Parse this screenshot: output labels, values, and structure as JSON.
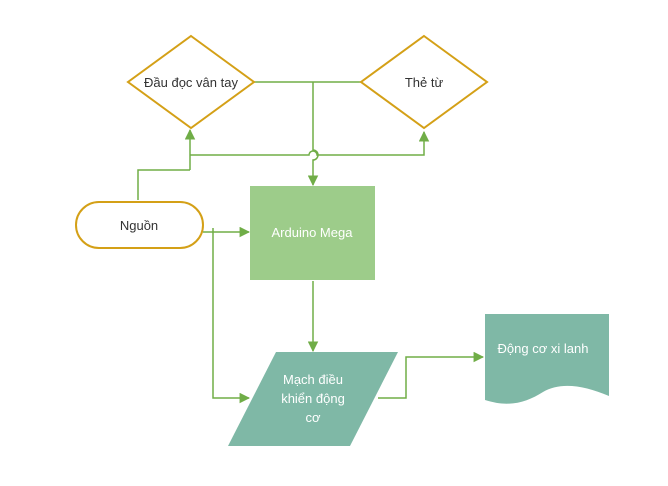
{
  "nodes": {
    "fingerprint_reader": {
      "label": "Đầu đọc vân tay"
    },
    "card": {
      "label": "Thẻ từ"
    },
    "power": {
      "label": "Nguồn"
    },
    "arduino": {
      "label": "Arduino Mega"
    },
    "motor_driver": {
      "label_lines": [
        "Mạch điều",
        "khiển động",
        "cơ"
      ]
    },
    "cylinder_motor": {
      "label": "Động cơ xi lanh"
    }
  },
  "colors": {
    "connector": "#70ad47",
    "diamond_border": "#d4a017",
    "terminator_border": "#d4a017",
    "arduino_fill": "#9dcc8a",
    "motor_driver_fill": "#7fb8a6",
    "cylinder_fill": "#7fb8a6"
  }
}
